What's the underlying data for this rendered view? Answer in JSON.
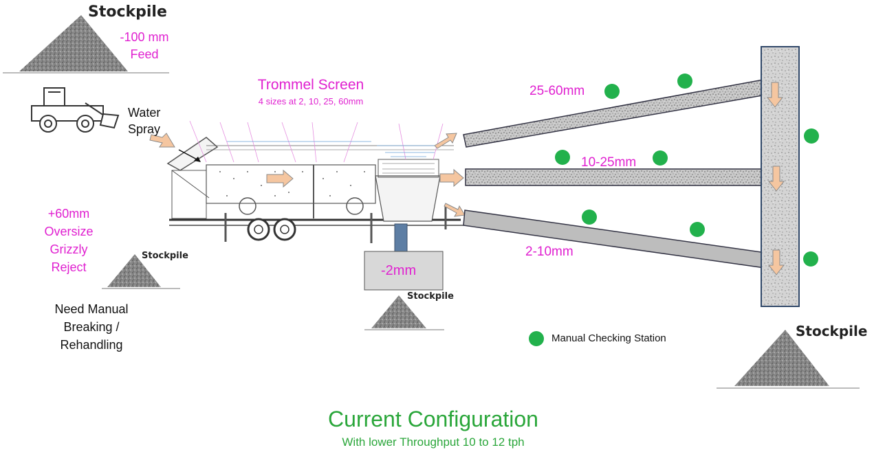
{
  "feed": {
    "stockpile_label": "Stockpile",
    "size_line1": "-100 mm",
    "size_line2": "Feed"
  },
  "water_spray": {
    "line1": "Water",
    "line2": "Spray"
  },
  "trommel": {
    "title": "Trommel Screen",
    "subtitle": "4 sizes at 2, 10, 25, 60mm"
  },
  "oversize": {
    "line1": "+60mm",
    "line2": "Oversize",
    "line3": "Grizzly",
    "line4": "Reject",
    "stockpile_label": "Stockpile"
  },
  "manual": {
    "line1": "Need Manual",
    "line2": "Breaking /",
    "line3": "Rehandling"
  },
  "fines": {
    "label": "-2mm",
    "stockpile_label": "Stockpile"
  },
  "conveyors": [
    {
      "label": "25-60mm"
    },
    {
      "label": "10-25mm"
    },
    {
      "label": "2-10mm"
    }
  ],
  "final_stockpile_label": "Stockpile",
  "legend": {
    "label": "Manual Checking Station",
    "color": "#22b14c"
  },
  "footer": {
    "title": "Current Configuration",
    "subtitle": "With lower Throughput 10 to 12 tph"
  },
  "colors": {
    "accent": "#e020d0",
    "title_green": "#2aa63a",
    "arrow_fill": "#f5c6a0",
    "arrow_stroke": "#8a8a8a"
  }
}
